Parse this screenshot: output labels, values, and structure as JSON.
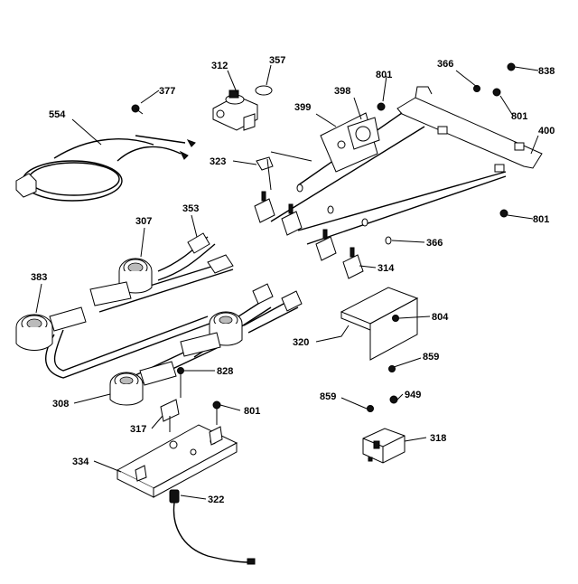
{
  "diagram": {
    "callouts": {
      "c312": "312",
      "c357": "357",
      "c377": "377",
      "c554": "554",
      "c801a": "801",
      "c366a": "366",
      "c838": "838",
      "c398": "398",
      "c399": "399",
      "c801b": "801",
      "c400": "400",
      "c323": "323",
      "c307": "307",
      "c353": "353",
      "c801c": "801",
      "c366b": "366",
      "c383": "383",
      "c314": "314",
      "c804": "804",
      "c320": "320",
      "c828": "828",
      "c859a": "859",
      "c308": "308",
      "c801d": "801",
      "c859b": "859",
      "c949": "949",
      "c317": "317",
      "c318": "318",
      "c334": "334",
      "c322": "322"
    }
  }
}
